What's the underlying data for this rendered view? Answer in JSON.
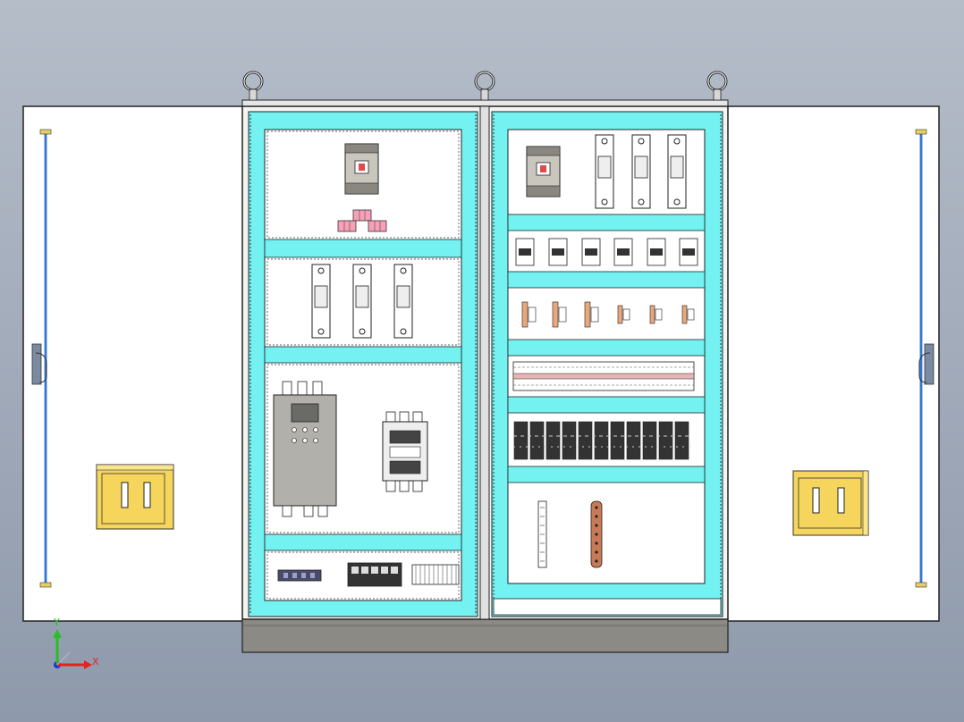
{
  "scene": {
    "background_top": "#b5bdc9",
    "background_bottom": "#8e99ab",
    "colors": {
      "frame_cyan": "#74f2f2",
      "door_panel": "#ffffff",
      "cabinet_base": "#8b8a85",
      "rail_blue": "#4a8fe8",
      "handle_yellow": "#f5d55c",
      "terminal_pink": "#f7a0b8",
      "device_grey": "#c9c6be",
      "axis_x": "#e52222",
      "axis_y": "#26c026",
      "axis_z": "#1a33e6"
    }
  },
  "axis": {
    "x_label": "X",
    "y_label": "Y"
  },
  "components": {
    "left_bay": [
      "molded-case-breaker",
      "terminal-block-group",
      "fuse-holder-1",
      "fuse-holder-2",
      "fuse-holder-3",
      "soft-starter",
      "contactor",
      "din-rail-terminals-left",
      "din-rail-terminals-middle",
      "din-rail-terminals-right"
    ],
    "right_bay": [
      "molded-case-breaker",
      "fuse-holder-1",
      "fuse-holder-2",
      "fuse-holder-3",
      "mini-breaker-row",
      "indicator-lamp-row",
      "terminal-strip-row",
      "relay-module-row",
      "ground-bar",
      "copper-busbar"
    ]
  }
}
